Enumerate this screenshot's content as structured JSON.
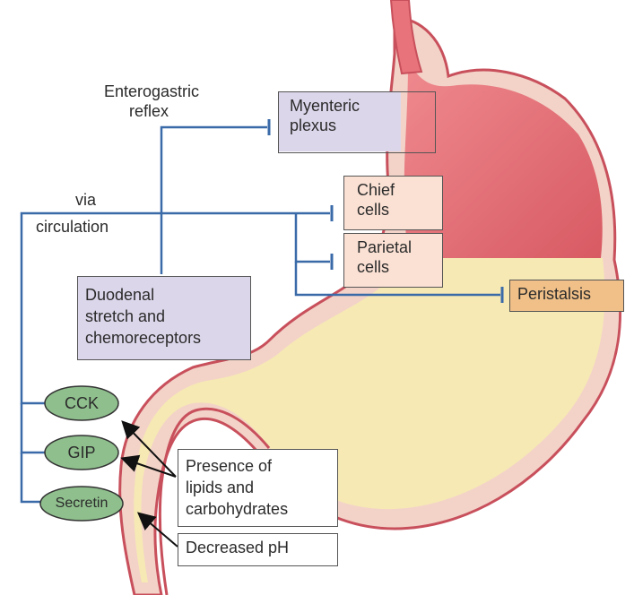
{
  "labels": {
    "enterogastric_line1": "Enterogastric",
    "enterogastric_line2": "reflex",
    "via": "via",
    "circulation": "circulation"
  },
  "boxes": {
    "myenteric_1": "Myenteric",
    "myenteric_2": "plexus",
    "chief_1": "Chief",
    "chief_2": "cells",
    "parietal_1": "Parietal",
    "parietal_2": "cells",
    "peristalsis": "Peristalsis",
    "duodenal_1": "Duodenal",
    "duodenal_2": "stretch and",
    "duodenal_3": "chemoreceptors",
    "lipids_1": "Presence of",
    "lipids_2": "lipids and",
    "lipids_3": "carbohydrates",
    "ph": "Decreased pH"
  },
  "hormones": {
    "cck": "CCK",
    "gip": "GIP",
    "secretin": "Secretin"
  },
  "colors": {
    "inhibition_line": "#3a6aa8",
    "stomach_upper": "#e8737a",
    "chyme": "#f6e9b4",
    "box_purple": "#dcd6ea",
    "box_peach": "#fbe1d4",
    "box_orange": "#f0c088",
    "hormone_green": "#8fbf8d"
  }
}
